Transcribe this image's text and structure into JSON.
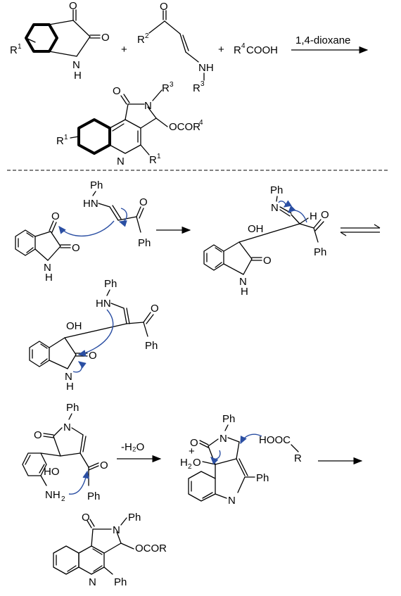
{
  "colors": {
    "arrow_curly": "#2b4fa3",
    "ink": "#000000",
    "background": "#ffffff"
  },
  "reaction": {
    "plus": "+",
    "reagent_acid": "R",
    "reagent_acid_sup": "4",
    "reagent_acid_tail": "COOH",
    "condition": "1,4-dioxane"
  },
  "atoms": {
    "O": "O",
    "N": "N",
    "H": "H",
    "NH": "NH",
    "HN": "HN",
    "OH": "OH",
    "HO": "HO",
    "Ph": "Ph",
    "R": "R",
    "R1": "R",
    "R1_sup": "1",
    "R2": "R",
    "R2_sup": "2",
    "R3": "R",
    "R3_sup": "3",
    "R4_sup": "4",
    "OCOR": "OCOR",
    "OCOR4_main": "OCOR",
    "HOOC": "HOOC",
    "NH2": "NH",
    "NH2_sub": "2",
    "H2O": "H",
    "H2O_sub": "2",
    "H2O_tail": "O",
    "plus_charge": "+"
  },
  "steps": {
    "dehydration": "-H₂O"
  }
}
